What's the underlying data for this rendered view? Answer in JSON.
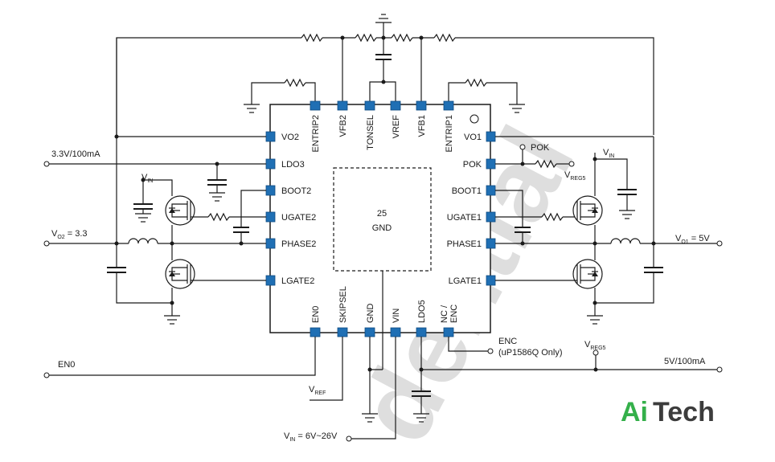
{
  "watermark": "dential",
  "brand": {
    "part1": "Ai",
    "part2": "Tech"
  },
  "chip": {
    "center_pin": "25",
    "center_label": "GND",
    "pins_top": [
      "ENTRIP2",
      "VFB2",
      "TONSEL",
      "VREF",
      "VFB1",
      "ENTRIP1"
    ],
    "pins_left": [
      "VO2",
      "LDO3",
      "BOOT2",
      "UGATE2",
      "PHASE2",
      "LGATE2"
    ],
    "pins_right": [
      "VO1",
      "POK",
      "BOOT1",
      "UGATE1",
      "PHASE1",
      "LGATE1"
    ],
    "pins_bottom": [
      "EN0",
      "SKIPSEL",
      "GND",
      "VIN",
      "LDO5",
      "NC /",
      "ENC"
    ]
  },
  "labels": {
    "ldo3_out": "3.3V/100mA",
    "vo2_main": "V",
    "vo2_sub": "O2",
    "vo2_val": " = 3.3",
    "vo1_main": "V",
    "vo1_sub": "O1",
    "vo1_val": " = 5V",
    "vin_left_main": "V",
    "vin_left_sub": "IN",
    "vin_right_main": "V",
    "vin_right_sub": "IN",
    "pok": "POK",
    "vreg5_pok_main": "V",
    "vreg5_pok_sub": "REG5",
    "vreg5_out_main": "V",
    "vreg5_out_sub": "REG5",
    "enc_line1": "ENC",
    "enc_line2": "(uP1586Q Only)",
    "ldo5_out": "5V/100mA",
    "en0": "EN0",
    "vref_main": "V",
    "vref_sub": "REF",
    "vin_in_main": "V",
    "vin_in_sub": "IN",
    "vin_in_val": " = 6V~26V"
  }
}
